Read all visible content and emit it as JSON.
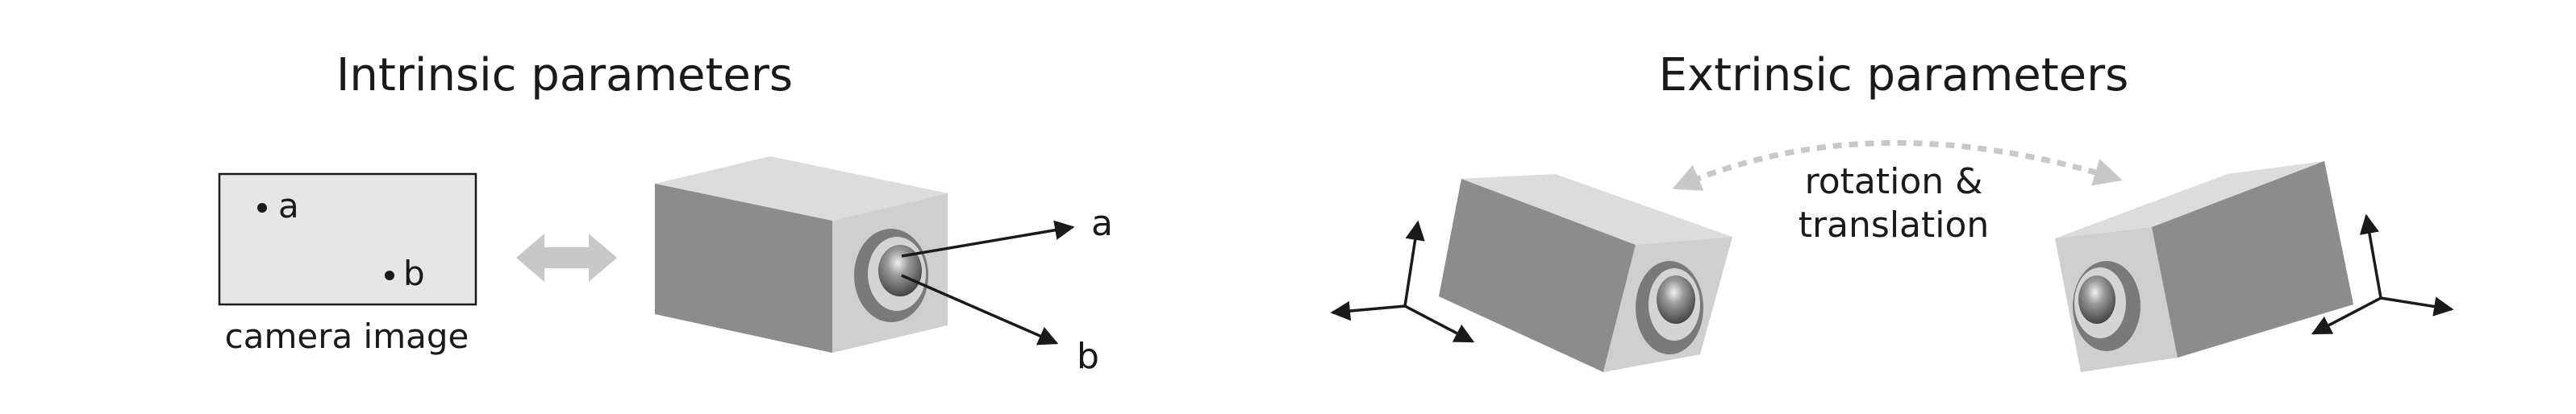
{
  "left_panel": {
    "title": "Intrinsic parameters",
    "image_point_a": "a",
    "image_point_b": "b",
    "image_caption": "camera image",
    "ray_label_a": "a",
    "ray_label_b": "b"
  },
  "right_panel": {
    "title": "Extrinsic parameters",
    "transform_line1": "rotation &",
    "transform_line2": "translation"
  },
  "colors": {
    "text": "#1a1a1a",
    "cube_top": "#dcdcdc",
    "cube_side": "#8c8c8c",
    "cube_front": "#cfcfcf",
    "image_fill": "#e6e6e6",
    "double_arrow": "#c8c8c8",
    "dashed_arrow": "#c8c8c8"
  }
}
